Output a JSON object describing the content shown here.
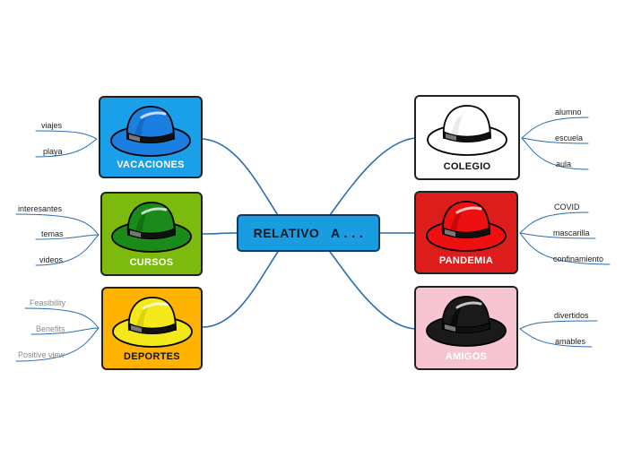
{
  "central": {
    "label": "RELATIVO   A . . ."
  },
  "topics": [
    {
      "id": "vacaciones",
      "label": "VACACIONES",
      "card_color": "#1aa0e8",
      "hat_color": "#1a7fe0",
      "hat_shade": "#0c5bb0",
      "label_color": "#ffffff",
      "children": [
        "viajes",
        "playa"
      ]
    },
    {
      "id": "cursos",
      "label": "CURSOS",
      "card_color": "#7dba0e",
      "hat_color": "#1a8a1a",
      "hat_shade": "#0c5e0c",
      "label_color": "#ffffff",
      "children": [
        "interesantes",
        "temas",
        "videos"
      ]
    },
    {
      "id": "deportes",
      "label": "DEPORTES",
      "card_color": "#ffb300",
      "hat_color": "#f2e81a",
      "hat_shade": "#c8be0a",
      "label_color": "#111111",
      "children": [
        "Feasibility",
        "Benefits",
        "Positive view"
      ]
    },
    {
      "id": "colegio",
      "label": "COLEGIO",
      "card_color": "#ffffff",
      "hat_color": "#ffffff",
      "hat_shade": "#d8d8d8",
      "label_color": "#111111",
      "children": [
        "alumno",
        "escuela",
        "aula"
      ]
    },
    {
      "id": "pandemia",
      "label": "PANDEMIA",
      "card_color": "#dd1c1c",
      "hat_color": "#ee1010",
      "hat_shade": "#b00000",
      "label_color": "#ffffff",
      "children": [
        "COVID",
        "mascarilla",
        "confinamiento"
      ]
    },
    {
      "id": "amigos",
      "label": "AMIGOS",
      "card_color": "#f7c4d2",
      "hat_color": "#1a1a1a",
      "hat_shade": "#000000",
      "label_color": "#ffffff",
      "children": [
        "divertidos",
        "amables"
      ]
    }
  ],
  "colors": {
    "link": "#1a5fa0",
    "central_fill": "#1a9de0",
    "central_border": "#0d3a66"
  }
}
